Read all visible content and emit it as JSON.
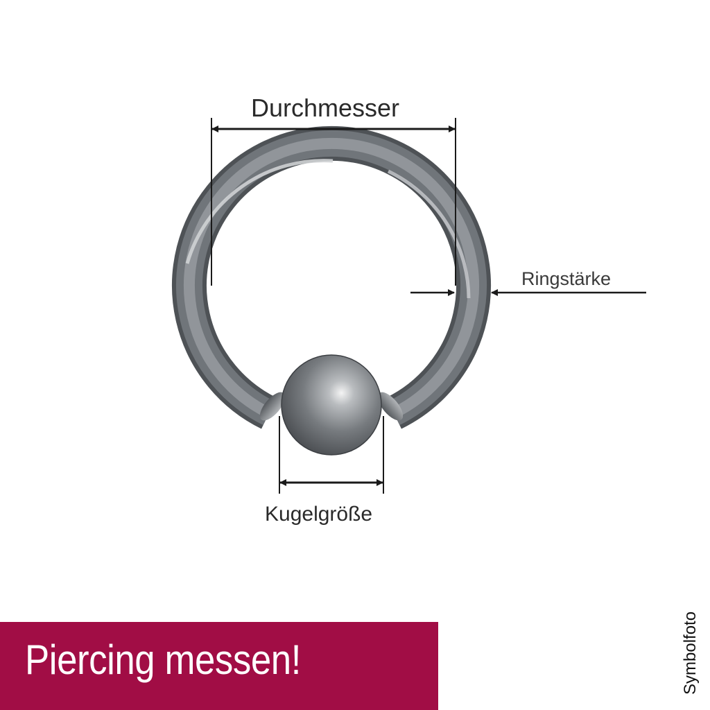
{
  "labels": {
    "diameter": "Durchmesser",
    "ring_thickness": "Ringstärke",
    "ball_size": "Kugelgröße",
    "symbol_photo": "Symbolfoto"
  },
  "banner": {
    "title": "Piercing messen!"
  },
  "icons": {
    "ring": "ball-closure-ring-icon",
    "ball": "ball-icon"
  },
  "colors": {
    "banner_background": "#a10d45",
    "banner_text": "#ffffff",
    "ring_metal": "#6c7074",
    "dimension_lines": "#1a1a1a"
  }
}
